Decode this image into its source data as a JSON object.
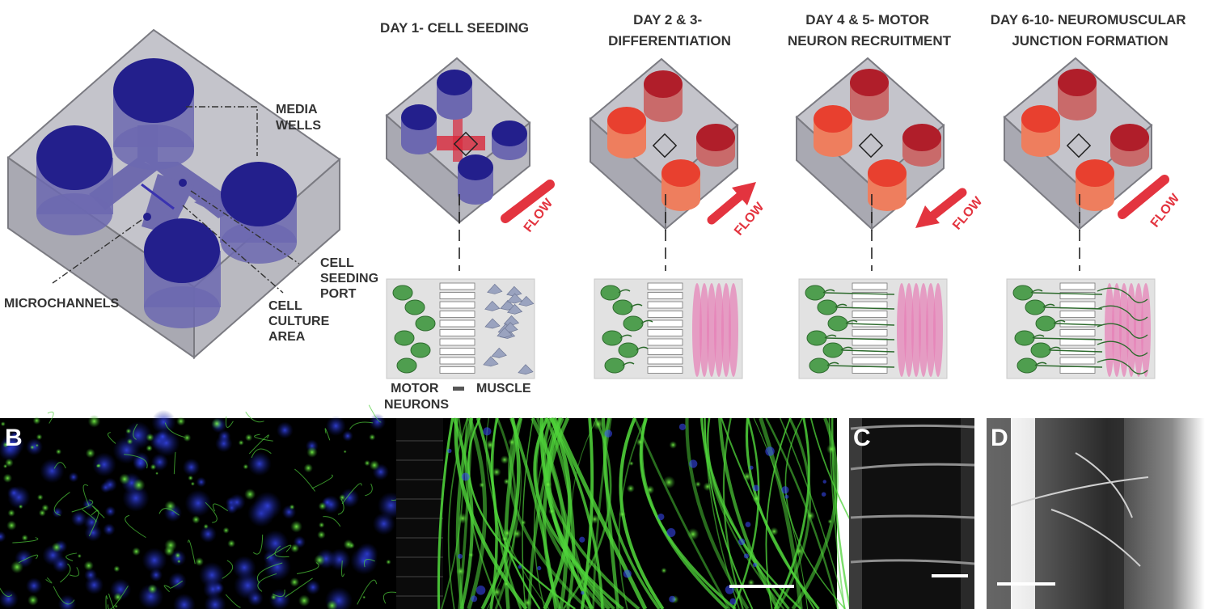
{
  "labels": {
    "media_wells": [
      "MEDIA",
      "WELLS"
    ],
    "cell_seeding_port": [
      "CELL",
      "SEEDING",
      "PORT"
    ],
    "microchannels": "MICROCHANNELS",
    "cell_culture_area": [
      "CELL",
      "CULTURE",
      "AREA"
    ]
  },
  "stages": [
    {
      "title": [
        "DAY 1- CELL SEEDING"
      ],
      "flow": "FLOW"
    },
    {
      "title": [
        "DAY 2 & 3-",
        "DIFFERENTIATION"
      ],
      "flow": "FLOW"
    },
    {
      "title": [
        "DAY 4 & 5- MOTOR",
        "NEURON RECRUITMENT"
      ],
      "flow": "FLOW"
    },
    {
      "title": [
        "DAY 6-10- NEUROMUSCULAR",
        "JUNCTION FORMATION"
      ],
      "flow": "FLOW"
    }
  ],
  "legend": {
    "left": [
      "MOTOR",
      "NEURONS"
    ],
    "right": "MUSCLE"
  },
  "panels": {
    "b": "B",
    "c": "C",
    "d": "D"
  },
  "colors": {
    "well_blue": "#231f8c",
    "well_red": "#e8402f",
    "well_dark_red": "#b01e2a",
    "flow_red": "#e3343f",
    "chip_gray": "#b5b5bc",
    "neuron_green": "#3f9a45",
    "muscle_pink": "#e77fb6"
  }
}
